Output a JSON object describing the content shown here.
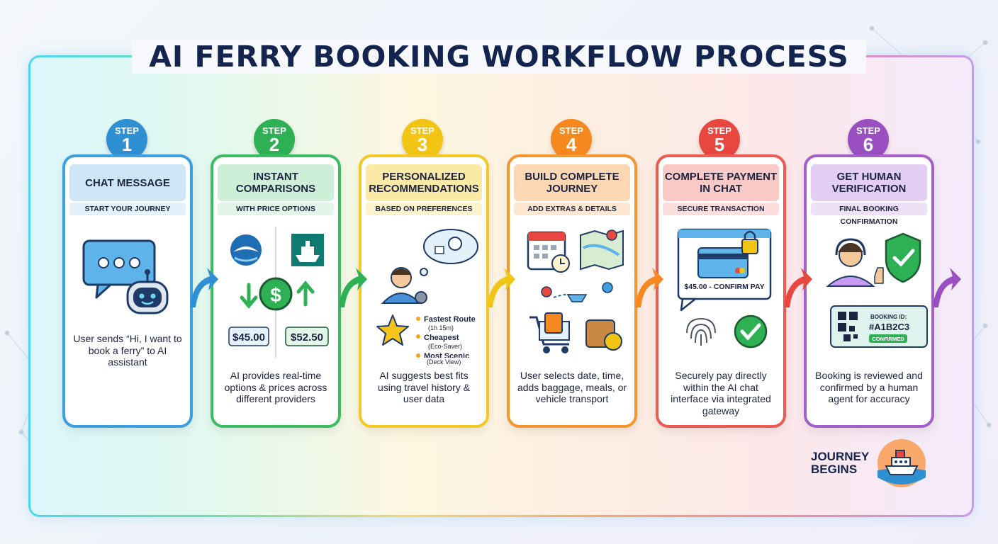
{
  "title": "AI FERRY BOOKING WORKFLOW PROCESS",
  "step_word": "STEP",
  "colors": [
    "#2f8fd3",
    "#2db154",
    "#f2c414",
    "#f5891f",
    "#e8473f",
    "#9a4fc0"
  ],
  "steps": [
    {
      "number": "1",
      "title": "CHAT MESSAGE",
      "subtitle": "START YOUR JOURNEY",
      "description": "User sends “Hi, I want to book a ferry” to AI assistant"
    },
    {
      "number": "2",
      "title": "INSTANT COMPARISONS",
      "subtitle": "WITH PRICE OPTIONS",
      "description": "AI provides real-time options & prices across different providers",
      "price_low": "$45.00",
      "price_high": "$52.50"
    },
    {
      "number": "3",
      "title": "PERSONALIZED RECOMMENDATIONS",
      "subtitle": "BASED ON PREFERENCES",
      "description": "AI suggests best fits using travel history & user data",
      "options": [
        {
          "label": "Fastest Route",
          "detail": "(1h 15m)"
        },
        {
          "label": "Cheapest",
          "detail": "(Eco-Saver)"
        },
        {
          "label": "Most Scenic",
          "detail": "(Deck View)"
        }
      ]
    },
    {
      "number": "4",
      "title": "BUILD COMPLETE JOURNEY",
      "subtitle": "ADD EXTRAS & DETAILS",
      "description": "User selects date, time, adds baggage, meals, or vehicle transport"
    },
    {
      "number": "5",
      "title": "COMPLETE PAYMENT IN CHAT",
      "subtitle": "SECURE TRANSACTION",
      "description": "Securely pay directly within the AI chat interface via integrated gateway",
      "pay_label": "$45.00 - CONFIRM PAY"
    },
    {
      "number": "6",
      "title": "GET HUMAN VERIFICATION",
      "subtitle": "FINAL BOOKING CONFIRMATION",
      "description": "Booking is reviewed and confirmed by a human agent for accuracy",
      "ticket_label": "BOOKING ID:",
      "ticket_id": "#A1B2C3",
      "ticket_status": "CONFIRMED"
    }
  ],
  "journey_label_1": "JOURNEY",
  "journey_label_2": "BEGINS"
}
